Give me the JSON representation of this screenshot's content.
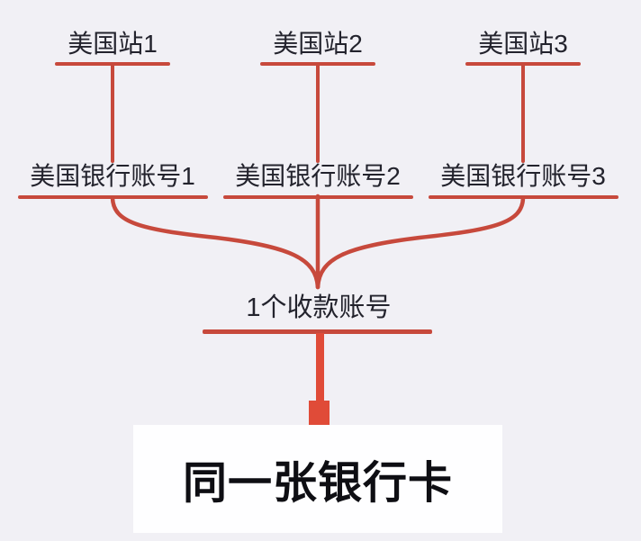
{
  "diagram": {
    "columns": [
      {
        "site_label": "美国站1",
        "bank_label": "美国银行账号1"
      },
      {
        "site_label": "美国站2",
        "bank_label": "美国银行账号2"
      },
      {
        "site_label": "美国站3",
        "bank_label": "美国银行账号3"
      }
    ],
    "merge_label": "1个收款账号",
    "card_label": "同一张银行卡",
    "colors": {
      "background": "#f1f0f5",
      "line_red": "#c7493c",
      "accent_red": "#e04b38",
      "text_dark": "#23232d",
      "card_text": "#0e0e13",
      "card_background": "#fefeff"
    }
  }
}
